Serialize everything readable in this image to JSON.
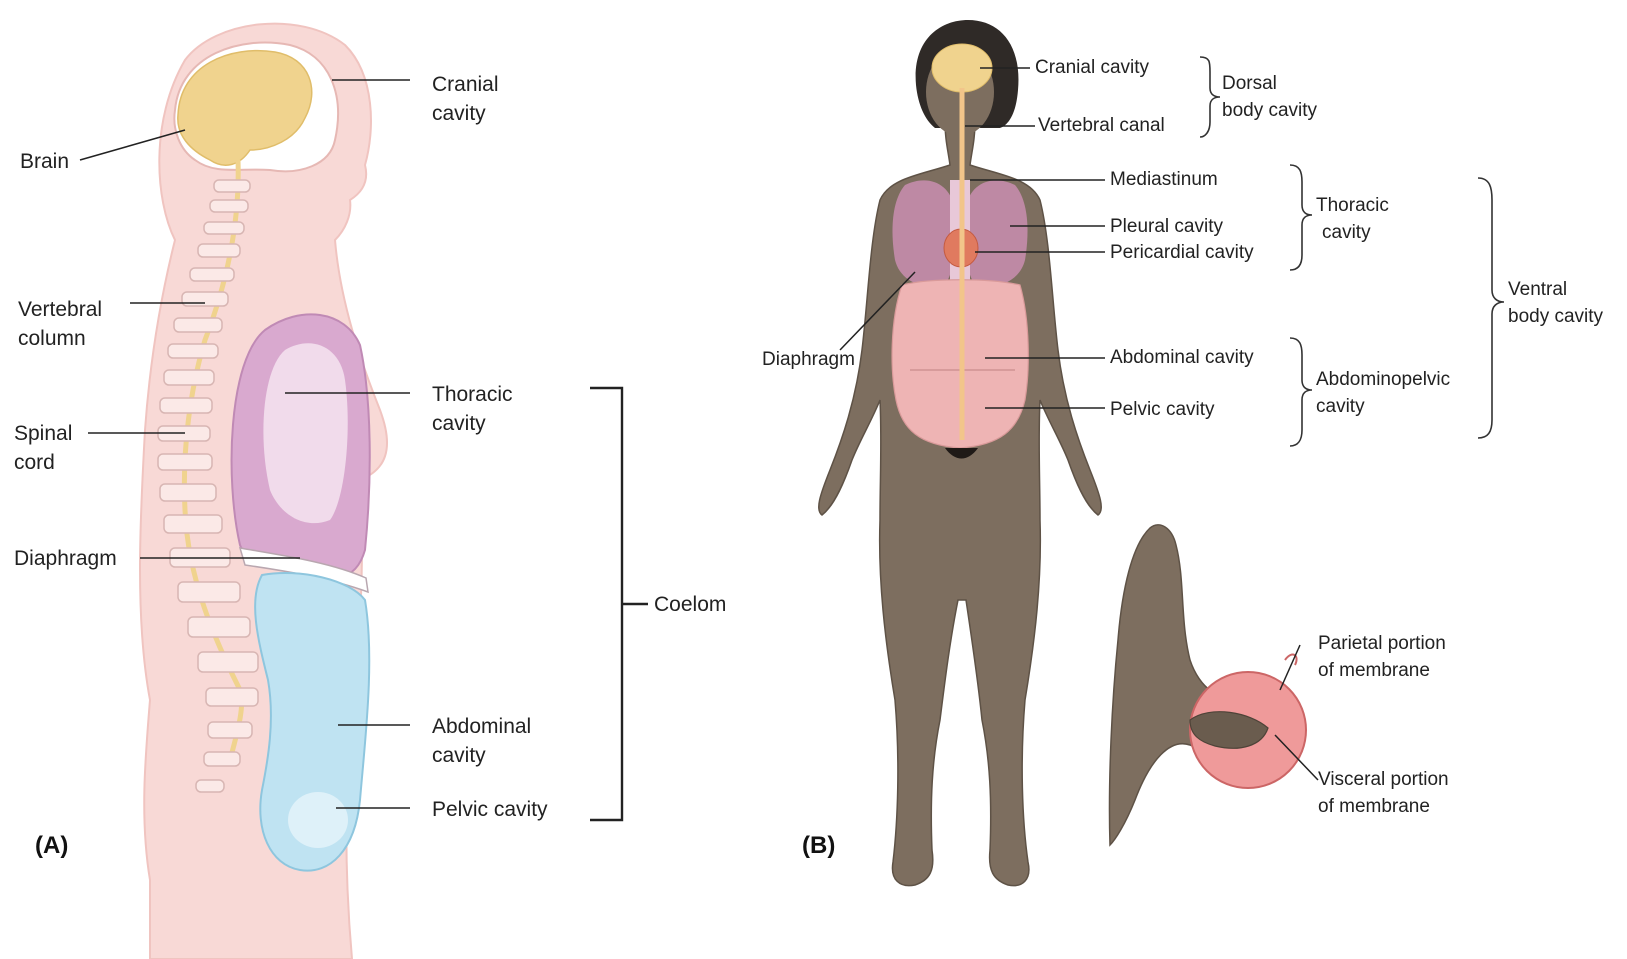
{
  "panel_a": {
    "letter": "(A)",
    "labels": {
      "brain": "Brain",
      "cranial_cavity_line1": "Cranial",
      "cranial_cavity_line2": "cavity",
      "vertebral_column_line1": "Vertebral",
      "vertebral_column_line2": "column",
      "spinal_cord_line1": "Spinal",
      "spinal_cord_line2": "cord",
      "diaphragm": "Diaphragm",
      "thoracic_cavity_line1": "Thoracic",
      "thoracic_cavity_line2": "cavity",
      "abdominal_cavity_line1": "Abdominal",
      "abdominal_cavity_line2": "cavity",
      "pelvic_cavity": "Pelvic cavity",
      "coelom": "Coelom"
    }
  },
  "panel_b": {
    "letter": "(B)",
    "labels": {
      "cranial_cavity": "Cranial cavity",
      "vertebral_canal": "Vertebral canal",
      "dorsal_body_cavity_line1": "Dorsal",
      "dorsal_body_cavity_line2": "body cavity",
      "mediastinum": "Mediastinum",
      "pleural_cavity": "Pleural cavity",
      "pericardial_cavity": "Pericardial cavity",
      "thoracic_cavity_line1": "Thoracic",
      "thoracic_cavity_line2": "cavity",
      "diaphragm": "Diaphragm",
      "abdominal_cavity": "Abdominal cavity",
      "pelvic_cavity": "Pelvic cavity",
      "abdominopelvic_cavity_line1": "Abdominopelvic",
      "abdominopelvic_cavity_line2": "cavity",
      "ventral_body_cavity_line1": "Ventral",
      "ventral_body_cavity_line2": "body cavity",
      "parietal_membrane_line1": "Parietal portion",
      "parietal_membrane_line2": "of membrane",
      "visceral_membrane_line1": "Visceral portion",
      "visceral_membrane_line2": "of membrane"
    }
  },
  "colors": {
    "body_skin_side": "#f8d9d6",
    "brain": "#f0d38e",
    "thoracic": "#d9a9cf",
    "abdominal": "#bfe3f2",
    "body_front": "#7d6e5f",
    "membrane": "#ef9a9a"
  }
}
